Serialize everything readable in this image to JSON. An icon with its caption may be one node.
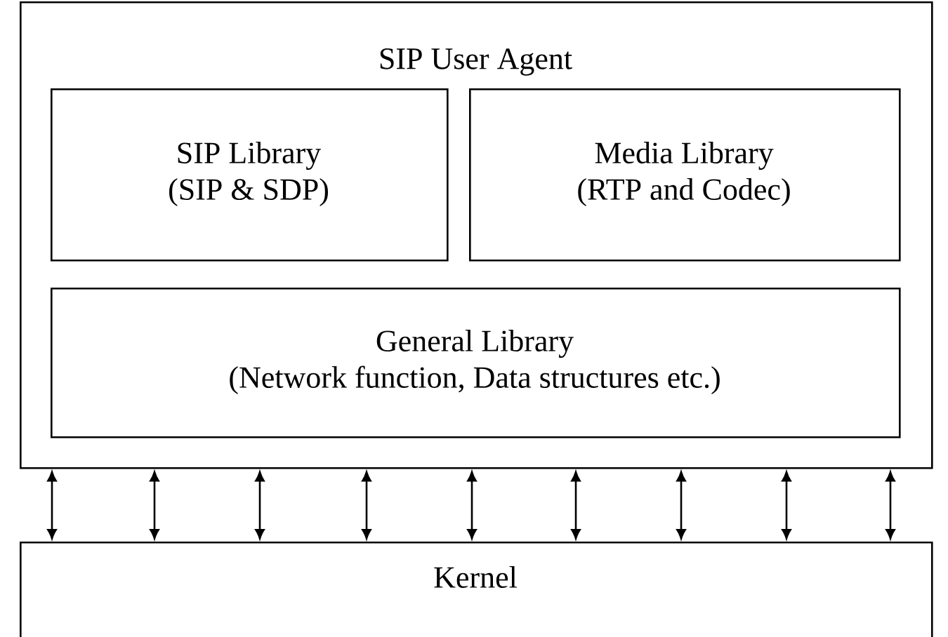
{
  "diagram": {
    "nodes": [
      {
        "text": [
          "SIP User Agent"
        ]
      },
      {
        "text": [
          "SIP Library",
          "(SIP & SDP)"
        ],
        "in": 0
      },
      {
        "text": [
          "Media Library",
          "(RTP and Codec)"
        ],
        "in": 0
      },
      {
        "text": [
          "General Library",
          "(Network function, Data structures etc.)"
        ],
        "in": 0
      },
      {
        "text": [
          "Kernel"
        ]
      }
    ],
    "edges": [
      {
        "from": 0,
        "to": 4,
        "arrow": "both"
      },
      {
        "from": 0,
        "to": 4,
        "arrow": "both"
      },
      {
        "from": 0,
        "to": 4,
        "arrow": "both"
      },
      {
        "from": 0,
        "to": 4,
        "arrow": "both"
      },
      {
        "from": 0,
        "to": 4,
        "arrow": "both"
      },
      {
        "from": 0,
        "to": 4,
        "arrow": "both"
      },
      {
        "from": 0,
        "to": 4,
        "arrow": "both"
      },
      {
        "from": 0,
        "to": 4,
        "arrow": "both"
      },
      {
        "from": 0,
        "to": 4,
        "arrow": "both"
      }
    ]
  }
}
